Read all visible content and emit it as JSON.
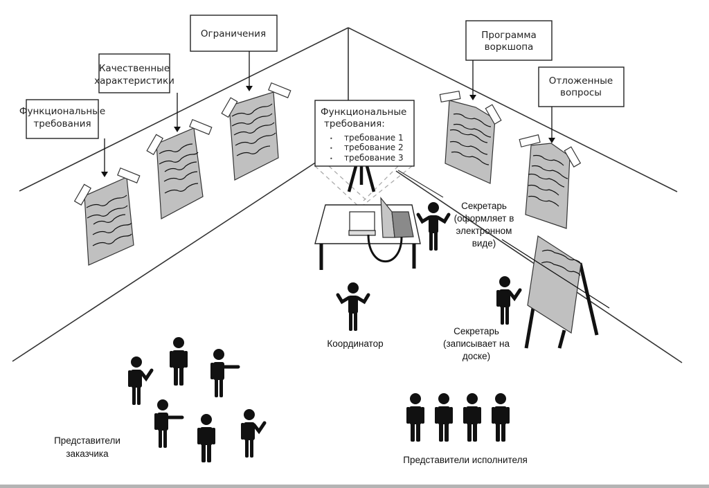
{
  "title": "Requirements workshop room layout",
  "wall_labels": {
    "functional": [
      "Функциональные",
      "требования"
    ],
    "quality": [
      "Качественные",
      "характеристики"
    ],
    "constraints": [
      "Ограничения"
    ],
    "agenda": [
      "Программа",
      "воркшопа"
    ],
    "parking_lot": [
      "Отложенные",
      "вопросы"
    ]
  },
  "projection_screen": {
    "heading": [
      "Функциональные",
      "требования:"
    ],
    "items": [
      "требование 1",
      "требование 2",
      "требование 3"
    ],
    "bullet": "•"
  },
  "roles": {
    "scribe_electronic": [
      "Секретарь",
      "(оформляет в",
      "электронном",
      "виде)"
    ],
    "scribe_board": [
      "Секретарь",
      "(записывает на",
      "доске)"
    ],
    "facilitator": "Координатор",
    "customer_reps": [
      "Представители",
      "заказчика"
    ],
    "developer_reps": "Представители исполнителя"
  },
  "colors": {
    "poster_fill": "#c0c0c0",
    "figure": "#111111",
    "laptop_screen": "#8a8a8a",
    "bottom_bar": "#b4b4b4"
  }
}
